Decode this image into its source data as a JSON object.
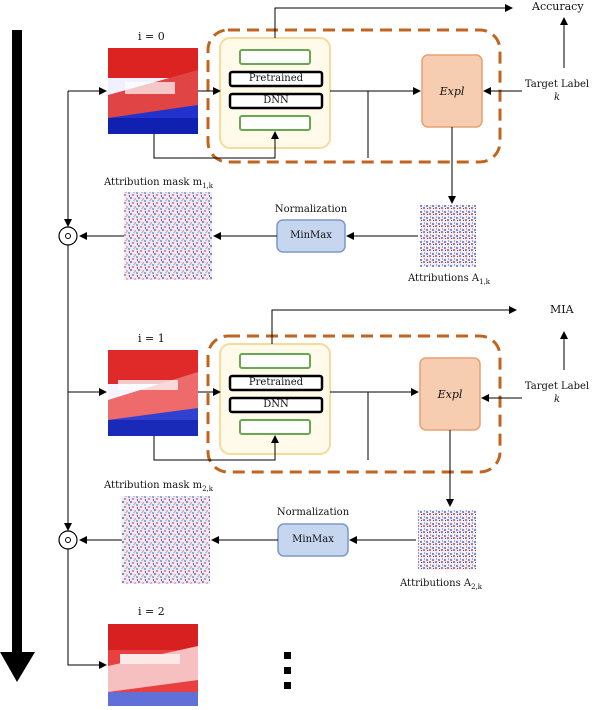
{
  "stage1": {
    "iteration_label": "i = 0",
    "output_label": "Accuracy",
    "target_label_line1": "Target Label",
    "target_label_line2": "k",
    "model_line1": "Pretrained",
    "model_line2": "DNN",
    "expl_label": "Expl",
    "attribution_mask_label": "Attribution mask m",
    "attribution_mask_sub": "1,k",
    "normalization_label": "Normalization",
    "minmax_label": "MinMax",
    "attributions_label": "Attributions A",
    "attributions_sub": "1,k"
  },
  "stage2": {
    "iteration_label": "i = 1",
    "output_label": "MIA",
    "target_label_line1": "Target Label",
    "target_label_line2": "k",
    "model_line1": "Pretrained",
    "model_line2": "DNN",
    "expl_label": "Expl",
    "attribution_mask_label": "Attribution mask m",
    "attribution_mask_sub": "2,k",
    "normalization_label": "Normalization",
    "minmax_label": "MinMax",
    "attributions_label": "Attributions A",
    "attributions_sub": "2,k"
  },
  "stage3": {
    "iteration_label": "i = 2"
  },
  "ellipsis": "⋮",
  "multiply_symbol": "⊙",
  "colors": {
    "dashed_border": "#c0641f",
    "model_container": "#fdf0c8",
    "expl_fill": "#f6cdb0",
    "expl_stroke": "#e8a070",
    "minmax_fill": "#c6d6ee",
    "minmax_stroke": "#7a98c8",
    "green_box": "#6aa84f"
  }
}
